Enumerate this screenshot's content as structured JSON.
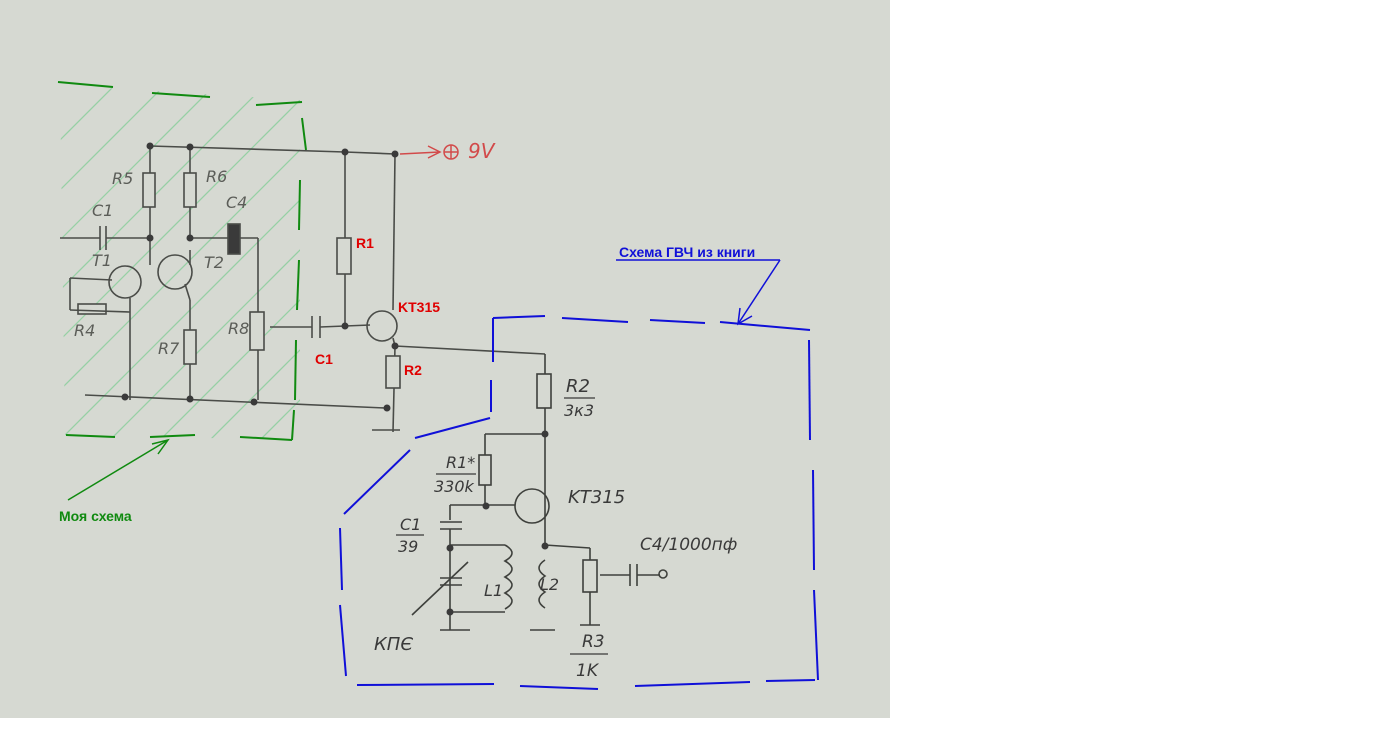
{
  "colors": {
    "paper": "#d6d9d2",
    "ink": "#3a3a3a",
    "annotation_red": "#e00000",
    "annotation_blue": "#1010d8",
    "annotation_green": "#108a10",
    "hatch_green": "#8fcfa0"
  },
  "annotations": {
    "book_scheme": "Схема ГВЧ из книги",
    "my_scheme": "Моя схема"
  },
  "supply": {
    "label": "9V"
  },
  "top_circuit": {
    "r1": "R1",
    "r2": "R2",
    "c1": "C1",
    "transistor": "KT315"
  },
  "left_circuit": {
    "r4": "R4",
    "r5": "R5",
    "r6": "R6",
    "r7": "R7",
    "r8": "R8",
    "c1": "C1",
    "c4": "C4",
    "t1": "T1",
    "t2": "T2"
  },
  "book_circuit": {
    "r2_name": "R2",
    "r2_value": "3к3",
    "r1_name": "R1*",
    "r1_value": "330k",
    "transistor": "KT315",
    "c1_name": "C1",
    "c1_value": "39",
    "l1": "L1",
    "l2": "L2",
    "kpe": "КПЄ",
    "c4": "C4/1000пф",
    "r3_name": "R3",
    "r3_value": "1K"
  }
}
